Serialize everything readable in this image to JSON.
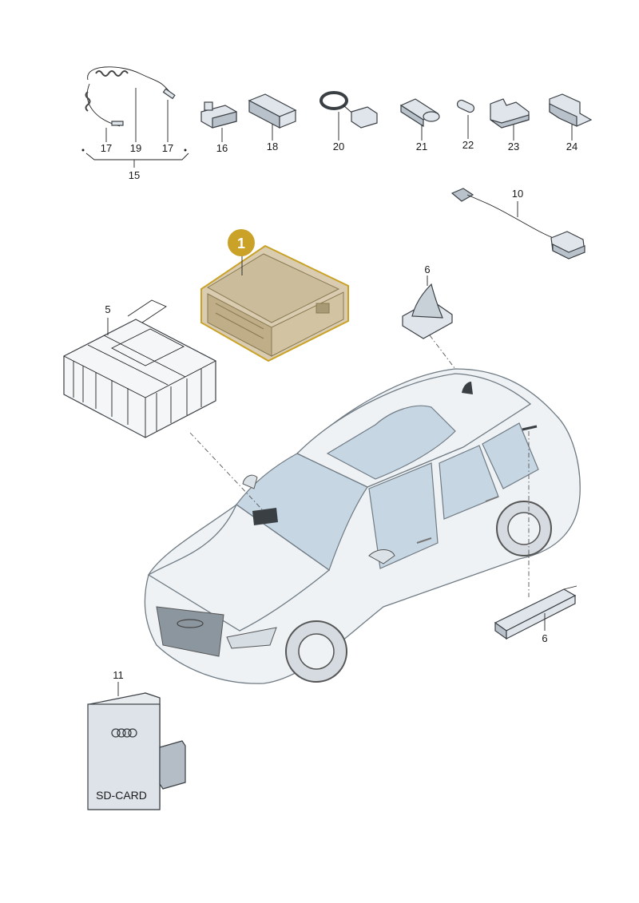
{
  "callouts": {
    "c1": "1",
    "c5": "5",
    "c6a": "6",
    "c6b": "6",
    "c10": "10",
    "c11": "11",
    "c15": "15",
    "c16": "16",
    "c17a": "17",
    "c17b": "17",
    "c18": "18",
    "c19": "19",
    "c20": "20",
    "c21": "21",
    "c22": "22",
    "c23": "23",
    "c24": "24"
  },
  "manual": {
    "card_text": "SD-CARD"
  },
  "colors": {
    "highlight": "#c9a227",
    "highlight_text": "#ffffff",
    "line": "#1a1a1a"
  }
}
